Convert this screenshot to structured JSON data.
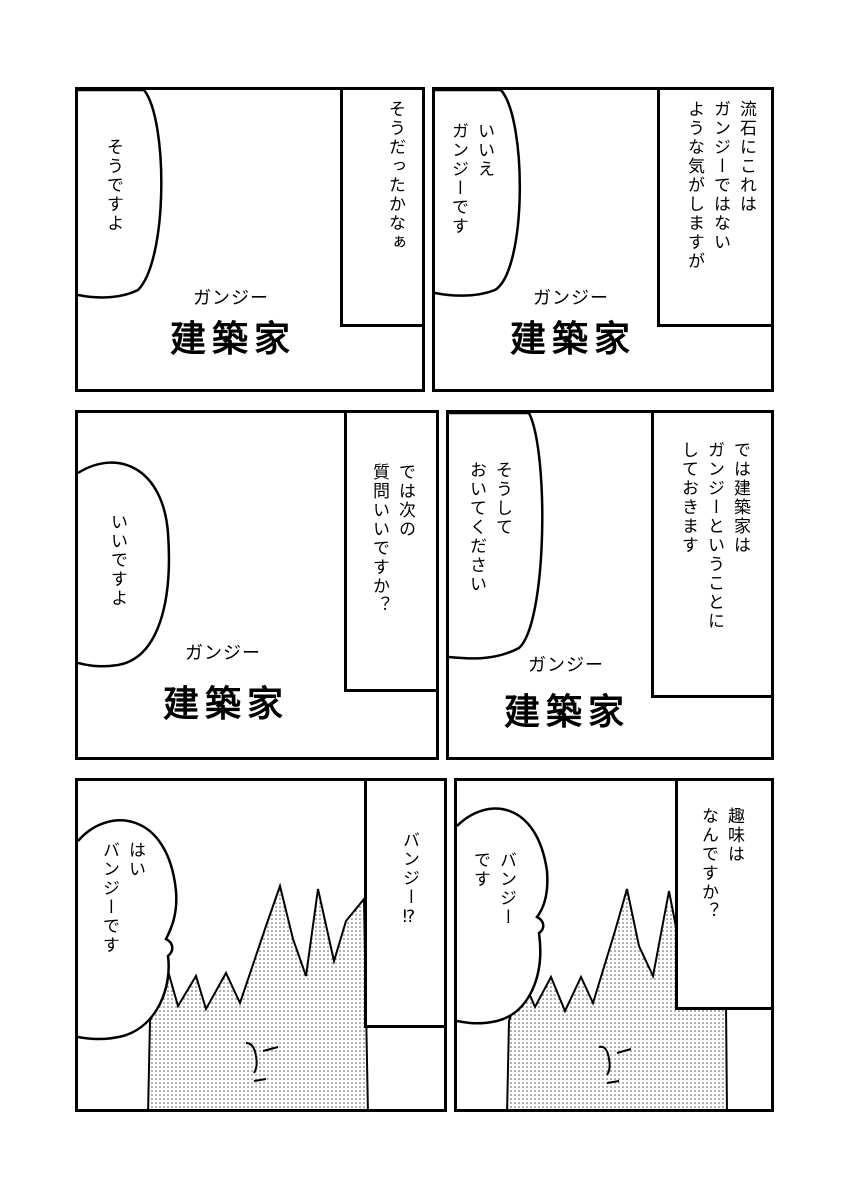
{
  "panels": [
    {
      "caption": "そうだったかなぁ",
      "speech": "そうですよ",
      "sign": {
        "kana": "ガンジー",
        "main": "建築家"
      }
    },
    {
      "caption": "流石にこれは\nガンジーではない\nような気がしますが",
      "speech": "いいえ\nガンジーです",
      "sign": {
        "kana": "ガンジー",
        "main": "建築家"
      }
    },
    {
      "caption": "では次の\n質問いいですか？",
      "speech": "いいですよ",
      "sign": {
        "kana": "ガンジー",
        "main": "建築家"
      }
    },
    {
      "caption": "では建築家は\nガンジーということに\nしておきます",
      "speech": "そうして\nおいてください",
      "sign": {
        "kana": "ガンジー",
        "main": "建築家"
      }
    },
    {
      "caption": "バンジー⁉",
      "speech": "はい\nバンジーです"
    },
    {
      "caption": "趣味は\nなんですか？",
      "speech": "バンジー\nです"
    }
  ]
}
